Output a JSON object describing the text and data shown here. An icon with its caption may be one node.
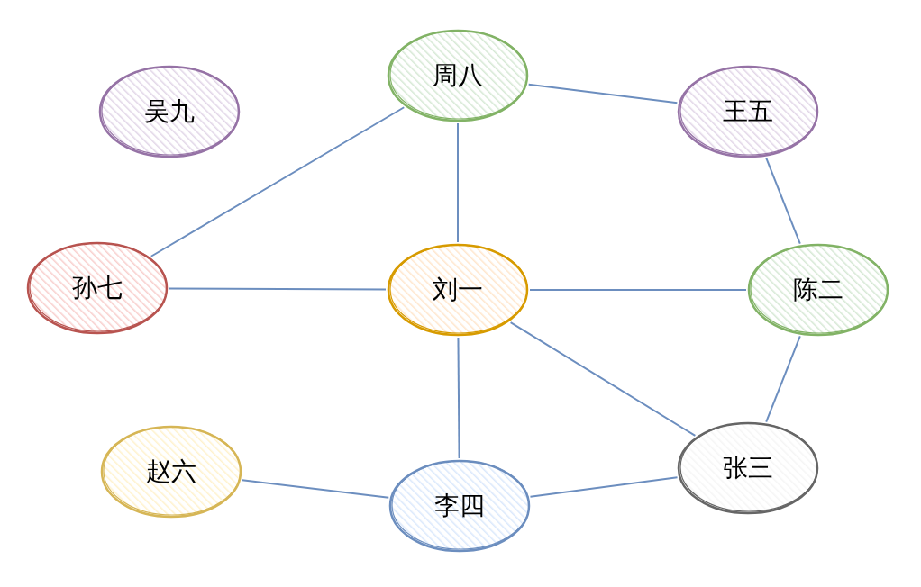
{
  "diagram": {
    "nodes": [
      {
        "text": [
          "吴九"
        ]
      },
      {
        "text": [
          "周八"
        ]
      },
      {
        "text": [
          "王五"
        ]
      },
      {
        "text": [
          "孙七"
        ]
      },
      {
        "text": [
          "刘一"
        ]
      },
      {
        "text": [
          "陈二"
        ]
      },
      {
        "text": [
          "赵六"
        ]
      },
      {
        "text": [
          "李四"
        ]
      },
      {
        "text": [
          "张三"
        ]
      }
    ],
    "edges": [
      {
        "from": 1,
        "to": 2,
        "arrow": "none"
      },
      {
        "from": 1,
        "to": 3,
        "arrow": "none"
      },
      {
        "from": 1,
        "to": 4,
        "arrow": "none"
      },
      {
        "from": 2,
        "to": 5,
        "arrow": "none"
      },
      {
        "from": 3,
        "to": 4,
        "arrow": "none"
      },
      {
        "from": 4,
        "to": 5,
        "arrow": "none"
      },
      {
        "from": 4,
        "to": 8,
        "arrow": "none"
      },
      {
        "from": 4,
        "to": 7,
        "arrow": "none"
      },
      {
        "from": 5,
        "to": 8,
        "arrow": "none"
      },
      {
        "from": 6,
        "to": 7,
        "arrow": "none"
      },
      {
        "from": 7,
        "to": 8,
        "arrow": "none"
      }
    ]
  }
}
